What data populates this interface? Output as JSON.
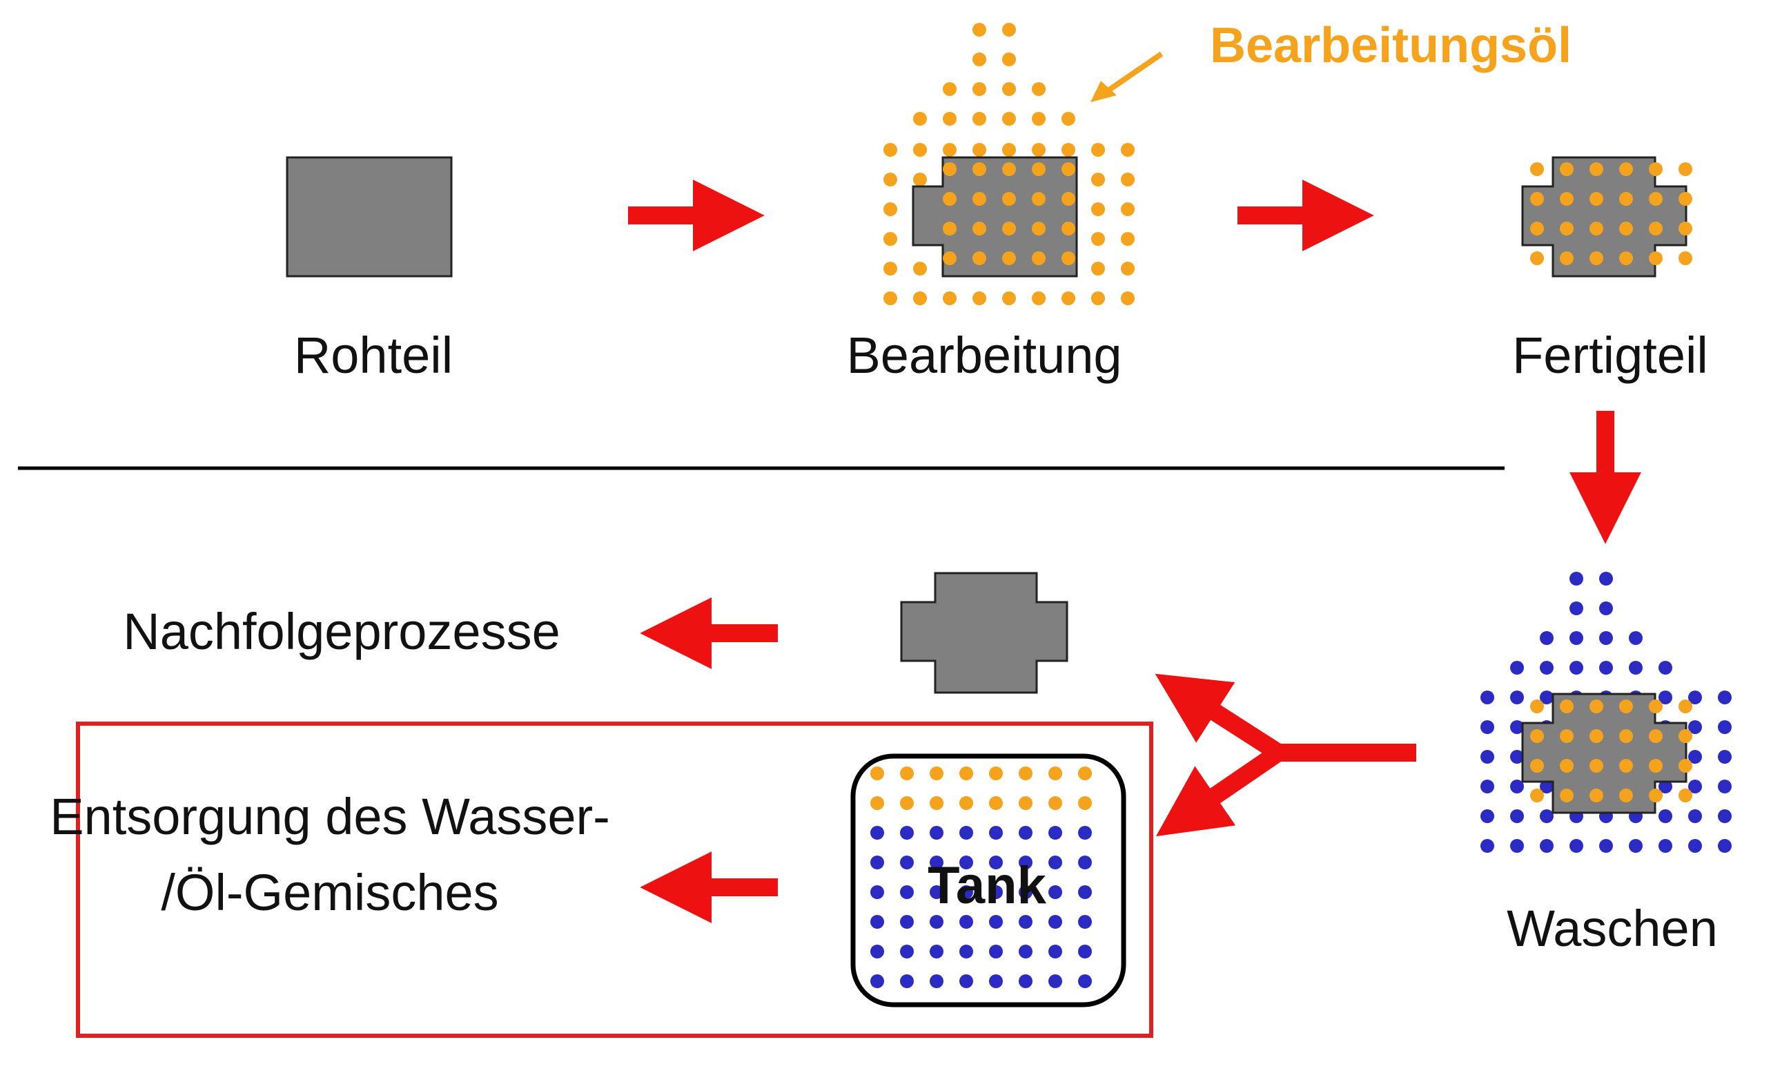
{
  "labels": {
    "raw_part": "Rohteil",
    "machining": "Bearbeitung",
    "finished_part": "Fertigteil",
    "machining_oil": "Bearbeitungsöl",
    "washing": "Waschen",
    "follow_up": "Nachfolgeprozesse",
    "disposal_line1": "Entsorgung des Wasser-",
    "disposal_line2": "/Öl-Gemisches",
    "tank": "Tank"
  },
  "colors": {
    "part_gray": "#808080",
    "oil_orange": "#f5a31c",
    "water_blue": "#2b2bc4",
    "arrow_red": "#ee1111",
    "frame_red": "#e02020",
    "divider": "#000000"
  }
}
